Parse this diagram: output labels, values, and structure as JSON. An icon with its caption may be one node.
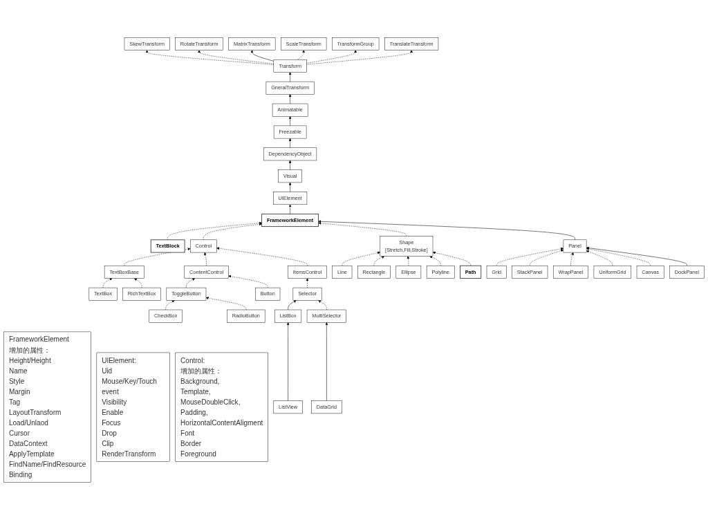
{
  "diagram": {
    "nodes": [
      {
        "text": [
          "SkewTransform"
        ]
      },
      {
        "text": [
          "RotateTransform"
        ]
      },
      {
        "text": [
          "DependencyObject"
        ]
      },
      {
        "text": [
          "Freezable"
        ]
      },
      {
        "text": [
          "Animatable"
        ]
      },
      {
        "text": [
          "GneralTransform"
        ]
      },
      {
        "text": [
          "Transform"
        ]
      },
      {
        "text": [
          "MatrixTransform"
        ]
      },
      {
        "text": [
          "ScaleTransform"
        ]
      },
      {
        "text": [
          "TransformGroup"
        ]
      },
      {
        "text": [
          "TranslateTransform"
        ]
      },
      {
        "text": [
          "Visual"
        ]
      },
      {
        "text": [
          "FrameworkElement",
          "增加的属性：",
          "Height/Height",
          "Name",
          "Style",
          "Margin",
          "Tag",
          "LayoutTransform",
          "Load/Unlaod",
          "Cursor",
          "DataContext",
          "ApplyTemplate",
          "FindName/FindResource",
          "Binding"
        ]
      },
      {
        "text": [
          "UIElement:",
          "Uid",
          "Mouse/Key/Touch event",
          "Visibility",
          "Enable",
          "Focus",
          "Drop",
          "Clip",
          "RenderTransform"
        ]
      },
      {
        "text": [
          "UIElement"
        ]
      },
      {
        "text": [
          "Control:",
          "增加的属性：",
          "Background,",
          "Template,",
          "MouseDoubleClick,",
          "Padding,",
          "HorizontalContentAligment",
          "Font",
          "Border",
          "Foreground"
        ]
      },
      {
        "text": [
          "TextBlock"
        ]
      },
      {
        "text": [
          "FrameworkElement"
        ]
      },
      {
        "text": [
          "Line"
        ]
      },
      {
        "text": [
          "Control"
        ]
      },
      {
        "text": [
          "Shape",
          "[Stretch,Fill,Stroke]"
        ]
      },
      {
        "text": [
          "Rectangle"
        ]
      },
      {
        "text": [
          "Panel"
        ]
      },
      {
        "text": [
          "Ellipse"
        ]
      },
      {
        "text": [
          "TextBoxBase"
        ]
      },
      {
        "text": [
          "ContentControl"
        ]
      },
      {
        "text": [
          "ItemsControl"
        ]
      },
      {
        "text": [
          "Grid"
        ]
      },
      {
        "text": [
          "StackPanel"
        ]
      },
      {
        "text": [
          "WrapPanel"
        ]
      },
      {
        "text": [
          "Path"
        ]
      },
      {
        "text": [
          "Polyline"
        ]
      },
      {
        "text": [
          "UniformGrid"
        ]
      },
      {
        "text": [
          "Canvas"
        ]
      },
      {
        "text": [
          "DockPanel"
        ]
      },
      {
        "text": [
          "TextBox"
        ]
      },
      {
        "text": [
          "RichTextBox"
        ]
      },
      {
        "text": [
          "ToggleButton"
        ]
      },
      {
        "text": [
          "Button"
        ]
      },
      {
        "text": [
          "Selector"
        ]
      },
      {
        "text": [
          "CheckBox"
        ]
      },
      {
        "text": [
          "RadioButton"
        ]
      },
      {
        "text": [
          "ListBox"
        ]
      },
      {
        "text": [
          "MultiSelector"
        ]
      },
      {
        "text": [
          "ListView"
        ]
      },
      {
        "text": [
          "DataGrid"
        ]
      }
    ],
    "edges": [
      {
        "from": 2,
        "to": 3,
        "arrow": "to"
      },
      {
        "from": 3,
        "to": 4,
        "arrow": "to"
      },
      {
        "from": 4,
        "to": 5,
        "arrow": "to"
      },
      {
        "from": 5,
        "to": 6,
        "arrow": "to"
      },
      {
        "from": 6,
        "to": 0,
        "arrow": "to",
        "style": "dashed"
      },
      {
        "from": 6,
        "to": 1,
        "arrow": "to",
        "style": "dashed"
      },
      {
        "from": 6,
        "to": 7,
        "arrow": "to"
      },
      {
        "from": 6,
        "to": 8,
        "arrow": "to",
        "style": "dashed"
      },
      {
        "from": 6,
        "to": 9,
        "arrow": "to",
        "style": "dashed"
      },
      {
        "from": 6,
        "to": 10,
        "arrow": "to",
        "style": "dashed"
      },
      {
        "from": 11,
        "to": 2,
        "arrow": "to"
      },
      {
        "from": 14,
        "to": 11,
        "arrow": "to"
      },
      {
        "from": 17,
        "to": 14,
        "arrow": "to"
      },
      {
        "from": 16,
        "to": 17,
        "arrow": "to",
        "style": "dashed"
      },
      {
        "from": 19,
        "to": 17,
        "arrow": "to",
        "style": "dashed"
      },
      {
        "from": 20,
        "to": 17,
        "arrow": "to",
        "style": "dashed"
      },
      {
        "from": 22,
        "to": 17,
        "arrow": "to"
      },
      {
        "from": 18,
        "to": 20,
        "arrow": "to",
        "style": "dashed"
      },
      {
        "from": 21,
        "to": 20,
        "arrow": "to",
        "style": "dashed"
      },
      {
        "from": 23,
        "to": 20,
        "arrow": "to",
        "style": "dashed"
      },
      {
        "from": 31,
        "to": 20,
        "arrow": "to",
        "style": "dashed"
      },
      {
        "from": 30,
        "to": 20,
        "arrow": "to",
        "style": "dashed"
      },
      {
        "from": 27,
        "to": 22,
        "arrow": "to",
        "style": "dashed"
      },
      {
        "from": 28,
        "to": 22,
        "arrow": "to",
        "style": "dashed"
      },
      {
        "from": 29,
        "to": 22,
        "arrow": "to",
        "style": "dashed"
      },
      {
        "from": 32,
        "to": 22,
        "arrow": "to",
        "style": "dashed"
      },
      {
        "from": 33,
        "to": 22,
        "arrow": "to",
        "style": "dashed"
      },
      {
        "from": 34,
        "to": 22,
        "arrow": "to"
      },
      {
        "from": 24,
        "to": 19,
        "arrow": "to",
        "style": "dashed"
      },
      {
        "from": 25,
        "to": 19,
        "arrow": "to",
        "style": "dashed"
      },
      {
        "from": 26,
        "to": 19,
        "arrow": "to",
        "style": "dashed"
      },
      {
        "from": 35,
        "to": 24,
        "arrow": "to",
        "style": "dashed"
      },
      {
        "from": 36,
        "to": 24,
        "arrow": "to",
        "style": "dashed"
      },
      {
        "from": 37,
        "to": 25,
        "arrow": "to",
        "style": "dashed"
      },
      {
        "from": 38,
        "to": 25,
        "arrow": "to",
        "style": "dashed"
      },
      {
        "from": 39,
        "to": 26,
        "arrow": "to",
        "style": "dashed"
      },
      {
        "from": 40,
        "to": 37,
        "arrow": "to",
        "style": "dashed"
      },
      {
        "from": 41,
        "to": 37,
        "arrow": "to",
        "style": "dashed"
      },
      {
        "from": 42,
        "to": 39,
        "arrow": "to"
      },
      {
        "from": 43,
        "to": 39,
        "arrow": "to",
        "style": "dashed"
      },
      {
        "from": 44,
        "to": 42,
        "arrow": "to"
      },
      {
        "from": 45,
        "to": 43,
        "arrow": "to"
      }
    ]
  }
}
